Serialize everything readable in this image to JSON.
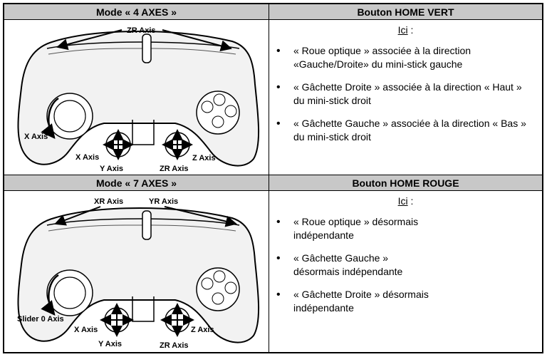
{
  "top": {
    "left_header": "Mode « 4 AXES »",
    "right_header": "Bouton HOME VERT",
    "ici_word": "Ici",
    "ici_suffix": " :",
    "bullets": [
      "« Roue optique » associée à la direction «Gauche/Droite» du mini-stick gauche",
      "« Gâchette Droite » associée à la direction « Haut » du mini-stick droit",
      "« Gâchette Gauche » associée à la direction « Bas » du mini-stick droit"
    ],
    "labels": {
      "zr_top": "ZR Axis",
      "x_wheel": "X Axis",
      "x_dpad": "X Axis",
      "y_dpad": "Y Axis",
      "zr_bottom": "ZR Axis",
      "z_stick": "Z Axis"
    }
  },
  "bottom": {
    "left_header": "Mode « 7 AXES »",
    "right_header": "Bouton HOME ROUGE",
    "ici_word": "Ici",
    "ici_suffix": " :",
    "bullets": [
      "« Roue optique » désormais indépendante",
      "« Gâchette Gauche » désormais indépendante",
      "« Gâchette Droite » désormais indépendante"
    ],
    "labels": {
      "xr_top": "XR Axis",
      "yr_top": "YR Axis",
      "slider": "Slider 0 Axis",
      "x_dpad": "X Axis",
      "y_dpad": "Y Axis",
      "zr_bottom": "ZR Axis",
      "z_stick": "Z Axis"
    }
  }
}
